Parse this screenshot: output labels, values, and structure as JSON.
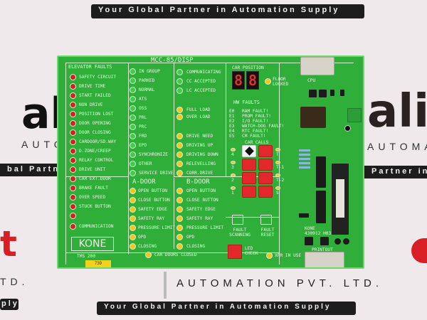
{
  "background": {
    "tagline": "Your Global Partner in Automation Supply",
    "tagline_fragment_left": "bal Partne",
    "tagline_fragment_right": "Partner in",
    "tagline_bottom": "Your Global Partner in Automation Supply",
    "logo_left": "al",
    "logo_right": "ali",
    "logo_sub_left": "AUTO",
    "logo_sub_right": "AUTOMA",
    "company_sub": "AUTOMATION PVT. LTD.",
    "logo_red_left": "t",
    "ltd_left": "TD.",
    "supply_left": "ply",
    "colors": {
      "brand_red": "#d81f26",
      "band": "#1e1c1d",
      "board_green": "#2fae3a"
    }
  },
  "board": {
    "title": "MCC-85/DISP",
    "brand": "KONE",
    "model": "TMS 200",
    "sticker": "739",
    "part_number": "KONE 430912 H03",
    "connector_label_top": "CPU",
    "connector_label_bottom": "PRINTOUT",
    "elevator_faults": {
      "heading": "ELEVATOR FAULTS",
      "items": [
        "SAFETY CIRCUIT",
        "DRIVE TIME",
        "START FAILED",
        "NON DRIVE",
        "POSITION LOST",
        "DOOR OPENING",
        "DOOR CLOSING",
        "CARDOOR/SD.WAY",
        "D.ZONE/CREEP",
        "RELAY CONTROL",
        "DRIVE UNIT",
        "CAR EXT.DOOR",
        "BRAKE FAULT",
        "OVER SPEED",
        "STUCK BUTTON",
        "",
        "COMMUNICATION"
      ]
    },
    "status": {
      "items": [
        "IN GROUP",
        "PARKED",
        "NORMAL",
        "ATS",
        "OSS",
        "PRL",
        "PRC",
        "FRD",
        "EPD",
        "SYNCHRONIZE",
        "OTHER",
        "SERVICE DRIVE"
      ]
    },
    "comms": {
      "items": [
        "COMMUNICATING",
        "CC ACCEPTED",
        "LC ACCEPTED"
      ]
    },
    "load": {
      "items": [
        "FULL LOAD",
        "OVER LOAD"
      ]
    },
    "drive": {
      "items": [
        "DRIVE NEED",
        "DRIVING UP",
        "DRIVING DOWN",
        "RELEVELLING",
        "CORR.DRIVE"
      ]
    },
    "a_door": {
      "heading": "A-DOOR",
      "items": [
        "OPEN BUTTON",
        "CLOSE BUTTON",
        "SAFETY EDGE",
        "SAFETY RAY",
        "PRESSURE LIMIT",
        "OPD",
        "CLOSING"
      ]
    },
    "b_door": {
      "heading": "B-DOOR",
      "items": [
        "OPEN BUTTON",
        "CLOSE BUTTON",
        "SAFETY EDGE",
        "SAFETY RAY",
        "PRESSURE LIMIT",
        "OPD",
        "CLOSING"
      ]
    },
    "car_doors_closed": "CAR DOORS CLOSED",
    "car_position": {
      "label": "CAR POSITION",
      "display": [
        "8",
        "8"
      ],
      "floor_locked": "FLOOR LOCKED"
    },
    "hw_faults": {
      "heading": "HW FAULTS",
      "items": [
        {
          "code": "E0",
          "text": "RAM FAULT!"
        },
        {
          "code": "E1",
          "text": "PROM FAULT!"
        },
        {
          "code": "E2",
          "text": "I/O FAULT!"
        },
        {
          "code": "E3",
          "text": "WATCH-DOG FAULT!"
        },
        {
          "code": "E4",
          "text": "RTC FAULT!"
        },
        {
          "code": "E5",
          "text": "CM FAULT!"
        }
      ]
    },
    "car_calls": {
      "heading": "CAR CALLS",
      "left_labels": [
        "4",
        "3",
        "2",
        "1"
      ],
      "right_labels": [
        "T",
        "T-1",
        "T-2",
        "S"
      ]
    },
    "fault_scanning": "FAULT SCANNING",
    "fault_reset": "FAULT RESET",
    "led_check": "LED CHECK",
    "xpr_in_use": "XPR IN USE"
  }
}
